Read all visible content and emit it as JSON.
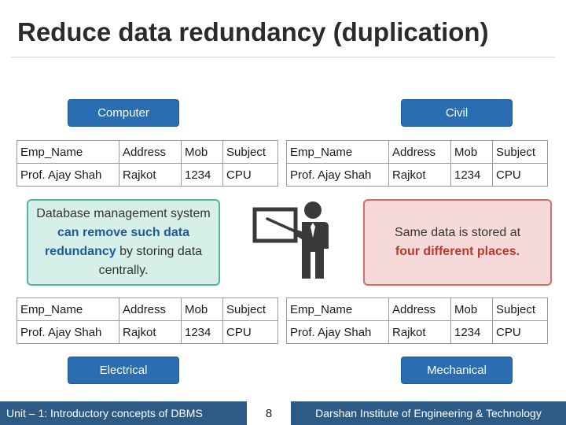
{
  "title": "Reduce data redundancy (duplication)",
  "departments": {
    "computer": "Computer",
    "civil": "Civil",
    "electrical": "Electrical",
    "mechanical": "Mechanical"
  },
  "table": {
    "headers": [
      "Emp_Name",
      "Address",
      "Mob",
      "Subject"
    ],
    "row": [
      "Prof. Ajay Shah",
      "Rajkot",
      "1234",
      "CPU"
    ]
  },
  "callouts": {
    "dbms": {
      "part1": "Database management system ",
      "highlight": "can remove such data redundancy",
      "part2": " by storing data centrally."
    },
    "same_data": {
      "part1": "Same data is stored at ",
      "highlight": "four different places."
    }
  },
  "footer": {
    "unit": "Unit – 1: Introductory concepts of DBMS",
    "page": "8",
    "institute": "Darshan Institute of Engineering & Technology"
  },
  "colors": {
    "pill": "#2a6db0",
    "footer": "#2e5a86",
    "green_box": "#d6efe9",
    "red_box": "#f6dada"
  },
  "icons": [
    "teacher-presentation-icon"
  ]
}
